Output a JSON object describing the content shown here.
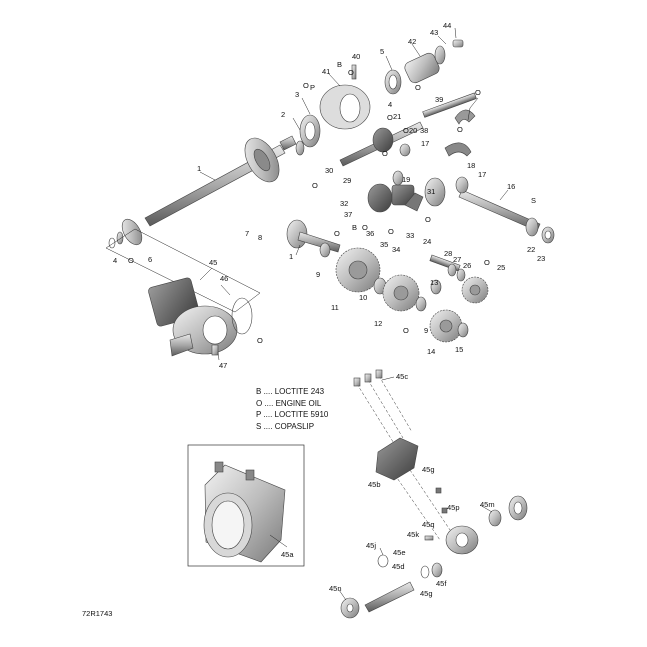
{
  "legend": [
    {
      "code": "B",
      "label": "LOCTITE 243"
    },
    {
      "code": "O",
      "label": "ENGINE OIL"
    },
    {
      "code": "P",
      "label": "LOCTITE 5910"
    },
    {
      "code": "S",
      "label": "COPASLIP"
    }
  ],
  "reference_number": "72R1743",
  "callouts": {
    "c1a": "1",
    "c1b": "1",
    "c2": "2",
    "c3": "3",
    "c4a": "4",
    "c4b": "4",
    "c5": "5",
    "c6": "6",
    "c7": "7",
    "c8": "8",
    "c9a": "9",
    "c9b": "9",
    "c10": "10",
    "c11": "11",
    "c12": "12",
    "c13": "13",
    "c14": "14",
    "c15": "15",
    "c16": "16",
    "c17a": "17",
    "c17b": "17",
    "c18": "18",
    "c19": "19",
    "c20": "20",
    "c21": "21",
    "c22": "22",
    "c23": "23",
    "c24": "24",
    "c25": "25",
    "c26": "26",
    "c27": "27",
    "c28": "28",
    "c29": "29",
    "c30": "30",
    "c31": "31",
    "c32": "32",
    "c33": "33",
    "c34": "34",
    "c35": "35",
    "c36": "36",
    "c37": "37",
    "c38": "38",
    "c39": "39",
    "c40": "40",
    "c41": "41",
    "c42": "42",
    "c43": "43",
    "c44": "44",
    "c45": "45",
    "c46": "46",
    "c47": "47",
    "c45a": "45a",
    "c45b": "45b",
    "c45c": "45c",
    "c45d": "45d",
    "c45e": "45e",
    "c45f": "45f",
    "c45g": "45g",
    "c45j": "45j",
    "c45k": "45k",
    "c45m": "45m",
    "c45n": "45n",
    "c45p": "45p",
    "c45q": "45q",
    "c45g2": "45g"
  },
  "symbols": {
    "b1": "B",
    "b2": "B",
    "p1": "P",
    "s1": "S",
    "o1": "O",
    "o2": "O",
    "o3": "O",
    "o4": "O",
    "o5": "O",
    "o6": "O",
    "o7": "O",
    "o8": "O",
    "o9": "O",
    "o10": "O",
    "o11": "O",
    "o12": "O",
    "o13": "O",
    "o14": "O",
    "o15": "O",
    "o16": "O",
    "o17": "O"
  }
}
